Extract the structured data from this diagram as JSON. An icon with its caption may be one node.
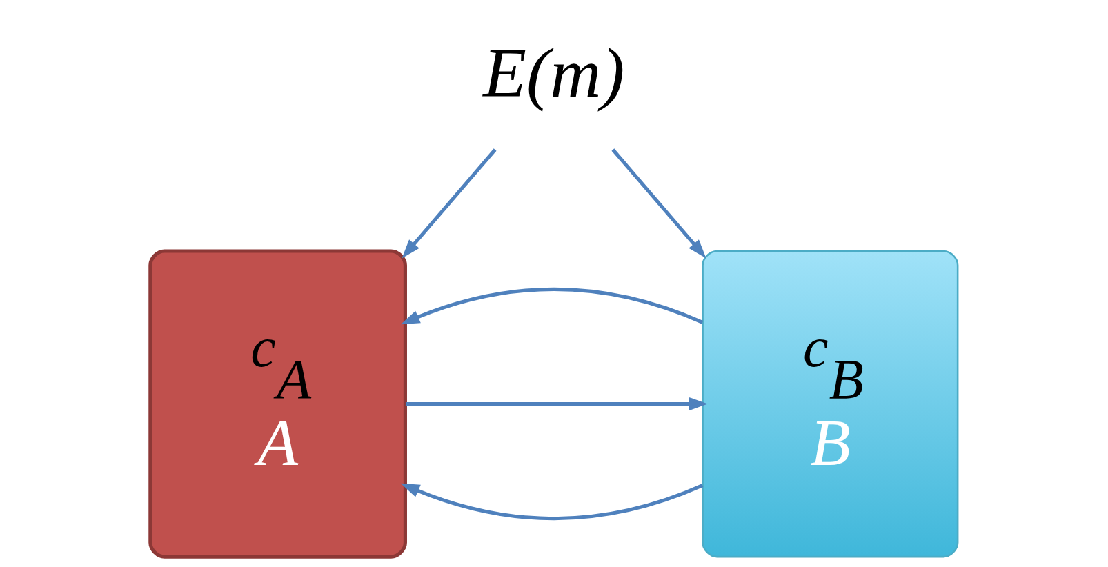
{
  "diagram": {
    "nodes": [
      {
        "text": [
          "E(m)"
        ]
      },
      {
        "text": [
          "c$_{A}$",
          "A"
        ]
      },
      {
        "text": [
          "c$_{B}$",
          "B"
        ]
      }
    ],
    "edges": [
      {
        "from": 0,
        "to": 1,
        "arrow": "to"
      },
      {
        "from": 0,
        "to": 2,
        "arrow": "to"
      },
      {
        "from": 2,
        "to": 1,
        "arrow": "to"
      },
      {
        "from": 1,
        "to": 2,
        "arrow": "to"
      },
      {
        "from": 2,
        "to": 1,
        "arrow": "to"
      }
    ]
  }
}
